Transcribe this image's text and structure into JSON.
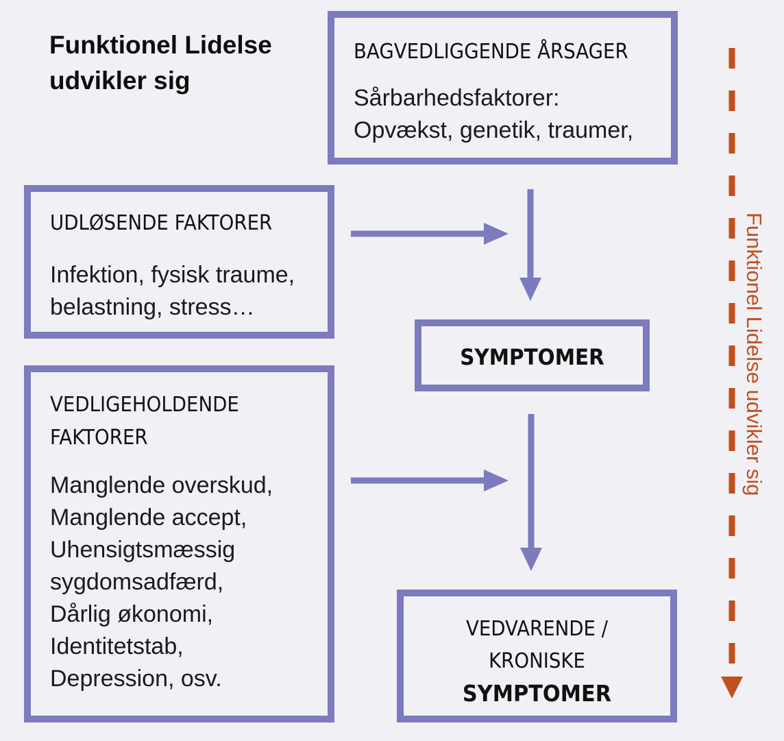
{
  "diagram_title": {
    "line1": "Funktionel Lidelse",
    "line2": "udvikler sig"
  },
  "boxes": {
    "bagvedliggende": {
      "heading": "BAGVEDLIGGENDE ÅRSAGER",
      "lines": [
        "Sårbarhedsfaktorer:",
        "Opvækst, genetik, traumer,"
      ]
    },
    "udloesende": {
      "heading": "UDLØSENDE FAKTORER",
      "lines": [
        "Infektion, fysisk traume,",
        "belastning, stress…"
      ]
    },
    "vedligeholdende": {
      "heading_lines": [
        "VEDLIGEHOLDENDE",
        "FAKTORER"
      ],
      "lines": [
        "Manglende overskud,",
        "Manglende accept,",
        "Uhensigtsmæssig",
        "sygdomsadfærd,",
        "Dårlig økonomi,",
        "Identitetstab,",
        "Depression, osv."
      ]
    },
    "symptomer": {
      "label": "SYMPTOMER"
    },
    "kroniske": {
      "line1": "VEDVARENDE /",
      "line2": "KRONISKE",
      "line3": "SYMPTOMER"
    }
  },
  "side_axis": {
    "label": "Funktionel Lidelse udvikler sig"
  },
  "colors": {
    "box_border": "#7b7bbd",
    "arrow": "#7b7bbd",
    "timeline": "#c0501e",
    "background": "#f1f0f5"
  }
}
